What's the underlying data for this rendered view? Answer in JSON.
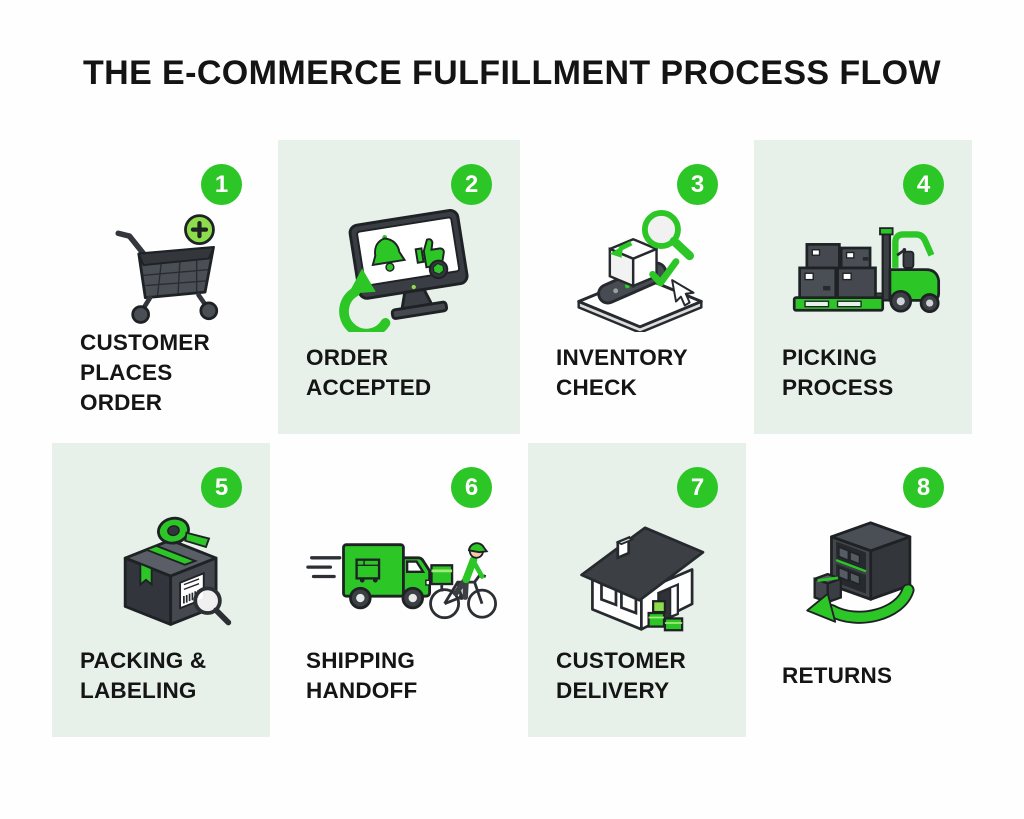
{
  "page": {
    "title": "THE E-COMMERCE FULFILLMENT PROCESS FLOW"
  },
  "colors": {
    "accent_green": "#2cc626",
    "light_green": "#8ddc4b",
    "mint_background": "#e7f1ea",
    "icon_dark_gray": "#45494f",
    "text_black": "#151515",
    "page_background": "#fefefe",
    "badge_number_color": "#ffffff"
  },
  "steps": [
    {
      "number": "1",
      "label_line1": "CUSTOMER",
      "label_line2": "PLACES ORDER",
      "icon": "shopping-cart-add-icon",
      "background": "white"
    },
    {
      "number": "2",
      "label_line1": "ORDER",
      "label_line2": "ACCEPTED",
      "icon": "monitor-notification-icon",
      "background": "mint"
    },
    {
      "number": "3",
      "label_line1": "INVENTORY",
      "label_line2": "CHECK",
      "icon": "inventory-check-icon",
      "background": "white"
    },
    {
      "number": "4",
      "label_line1": "PICKING",
      "label_line2": "PROCESS",
      "icon": "forklift-icon",
      "background": "mint"
    },
    {
      "number": "5",
      "label_line1": "PACKING &",
      "label_line2": "LABELING",
      "icon": "package-tape-icon",
      "background": "mint"
    },
    {
      "number": "6",
      "label_line1": "SHIPPING",
      "label_line2": "HANDOFF",
      "icon": "delivery-truck-courier-icon",
      "background": "white"
    },
    {
      "number": "7",
      "label_line1": "CUSTOMER",
      "label_line2": "DELIVERY",
      "icon": "house-delivery-icon",
      "background": "mint"
    },
    {
      "number": "8",
      "label_line1": "RETURNS",
      "label_line2": "",
      "icon": "returns-shelf-icon",
      "background": "white"
    }
  ]
}
